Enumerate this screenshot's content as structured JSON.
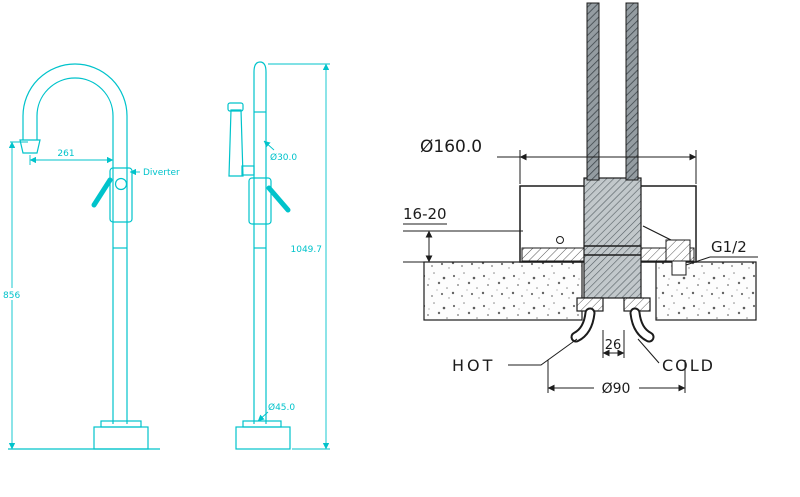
{
  "colors": {
    "faucet": "#00c3cb",
    "ink": "#1c1c1c"
  },
  "front_view": {
    "dim_reach": "261",
    "dim_height": "856",
    "diverter": "Diverter"
  },
  "side_view": {
    "dim_spout_dia": "Ø30.0",
    "dim_total_height": "1049.7",
    "dim_base_dia": "Ø45.0"
  },
  "section": {
    "dim_escutcheon": "Ø160.0",
    "dim_floor": "16-20",
    "thread": "G1/2",
    "dim_spacing": "26",
    "hot": "HOT",
    "cold": "COLD",
    "dim_circle": "Ø90"
  }
}
